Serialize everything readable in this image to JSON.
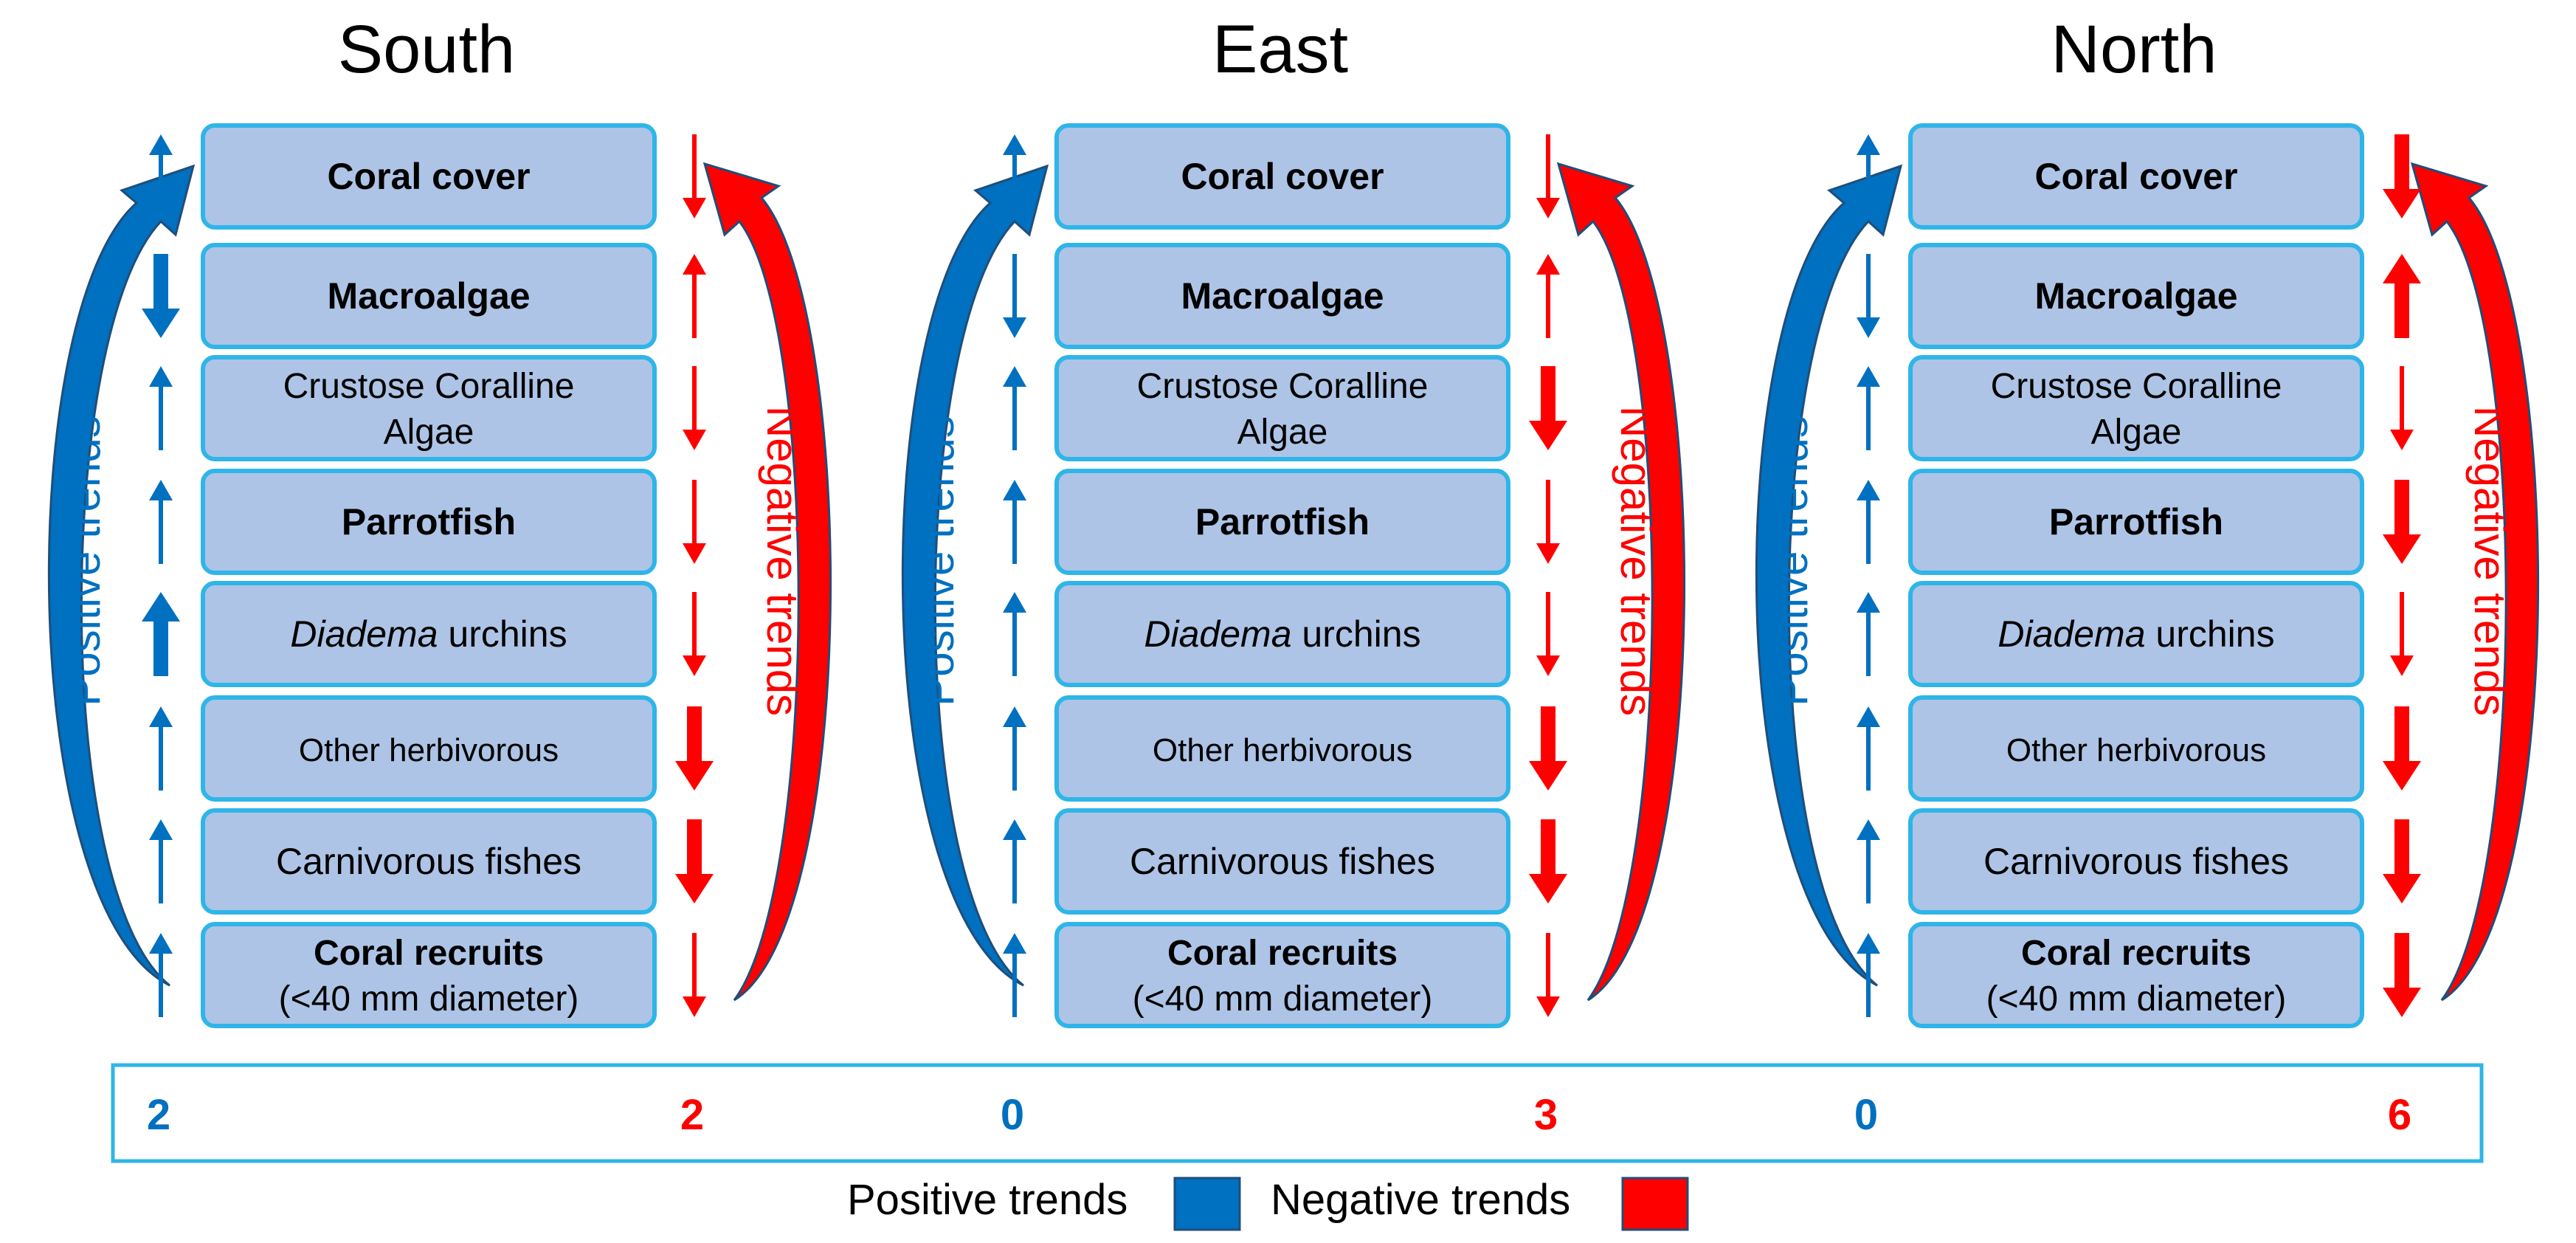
{
  "panels": [
    {
      "title": "South",
      "side_positive": "Positive trends",
      "side_negative": "Negative trends",
      "rows": [
        {
          "label": [
            "Coral cover"
          ],
          "bold": true,
          "up": "thin",
          "down": "thin"
        },
        {
          "label": [
            "Macroalgae"
          ],
          "bold": true,
          "up": "thick-down",
          "down": "thin-up"
        },
        {
          "label": [
            "Crustose Coralline",
            "Algae"
          ],
          "bold": false,
          "up": "thin",
          "down": "thin"
        },
        {
          "label": [
            "Parrotfish"
          ],
          "bold": true,
          "up": "thin",
          "down": "thin"
        },
        {
          "label": [
            "Diadema",
            " urchins"
          ],
          "bold": false,
          "italic_first": true,
          "up": "thick",
          "down": "thin"
        },
        {
          "label": [
            "Other herbivorous"
          ],
          "bold": false,
          "small": true,
          "up": "thin",
          "down": "thick"
        },
        {
          "label": [
            "Carnivorous fishes"
          ],
          "bold": false,
          "up": "thin",
          "down": "thick"
        },
        {
          "label": [
            "Coral recruits",
            "(<40 mm diameter)"
          ],
          "bold": true,
          "bold_first_only": true,
          "up": "thin",
          "down": "thin"
        }
      ],
      "pos_count": "2",
      "neg_count": "2"
    },
    {
      "title": "East",
      "side_positive": "Positive trends",
      "side_negative": "Negative trends",
      "rows": [
        {
          "label": [
            "Coral cover"
          ],
          "bold": true,
          "up": "thin",
          "down": "thin"
        },
        {
          "label": [
            "Macroalgae"
          ],
          "bold": true,
          "up": "thin-down",
          "down": "thin-up"
        },
        {
          "label": [
            "Crustose Coralline",
            "Algae"
          ],
          "bold": false,
          "up": "thin",
          "down": "thick"
        },
        {
          "label": [
            "Parrotfish"
          ],
          "bold": true,
          "up": "thin",
          "down": "thin"
        },
        {
          "label": [
            "Diadema",
            " urchins"
          ],
          "bold": false,
          "italic_first": true,
          "up": "thin",
          "down": "thin"
        },
        {
          "label": [
            "Other herbivorous"
          ],
          "bold": false,
          "small": true,
          "up": "thin",
          "down": "thick"
        },
        {
          "label": [
            "Carnivorous fishes"
          ],
          "bold": false,
          "up": "thin",
          "down": "thick"
        },
        {
          "label": [
            "Coral recruits",
            "(<40 mm diameter)"
          ],
          "bold": true,
          "bold_first_only": true,
          "up": "thin",
          "down": "thin"
        }
      ],
      "pos_count": "0",
      "neg_count": "3"
    },
    {
      "title": "North",
      "side_positive": "Positive trends",
      "side_negative": "Negative trends",
      "rows": [
        {
          "label": [
            "Coral cover"
          ],
          "bold": true,
          "up": "thin",
          "down": "thick"
        },
        {
          "label": [
            "Macroalgae"
          ],
          "bold": true,
          "up": "thin-down",
          "down": "thick-up"
        },
        {
          "label": [
            "Crustose Coralline",
            "Algae"
          ],
          "bold": false,
          "up": "thin",
          "down": "thin"
        },
        {
          "label": [
            "Parrotfish"
          ],
          "bold": true,
          "up": "thin",
          "down": "thick"
        },
        {
          "label": [
            "Diadema",
            " urchins"
          ],
          "bold": false,
          "italic_first": true,
          "up": "thin",
          "down": "thin"
        },
        {
          "label": [
            "Other herbivorous"
          ],
          "bold": false,
          "small": true,
          "up": "thin",
          "down": "thick"
        },
        {
          "label": [
            "Carnivorous fishes"
          ],
          "bold": false,
          "up": "thin",
          "down": "thick"
        },
        {
          "label": [
            "Coral recruits",
            "(<40 mm diameter)"
          ],
          "bold": true,
          "bold_first_only": true,
          "up": "thin",
          "down": "thick"
        }
      ],
      "pos_count": "0",
      "neg_count": "6"
    }
  ],
  "legend": {
    "positive_label": "Positive trends",
    "negative_label": "Negative trends"
  },
  "colors": {
    "positive": "#0070c0",
    "negative": "#ff0000",
    "box_fill": "#adc4e6",
    "box_border": "#2fb5e8"
  }
}
